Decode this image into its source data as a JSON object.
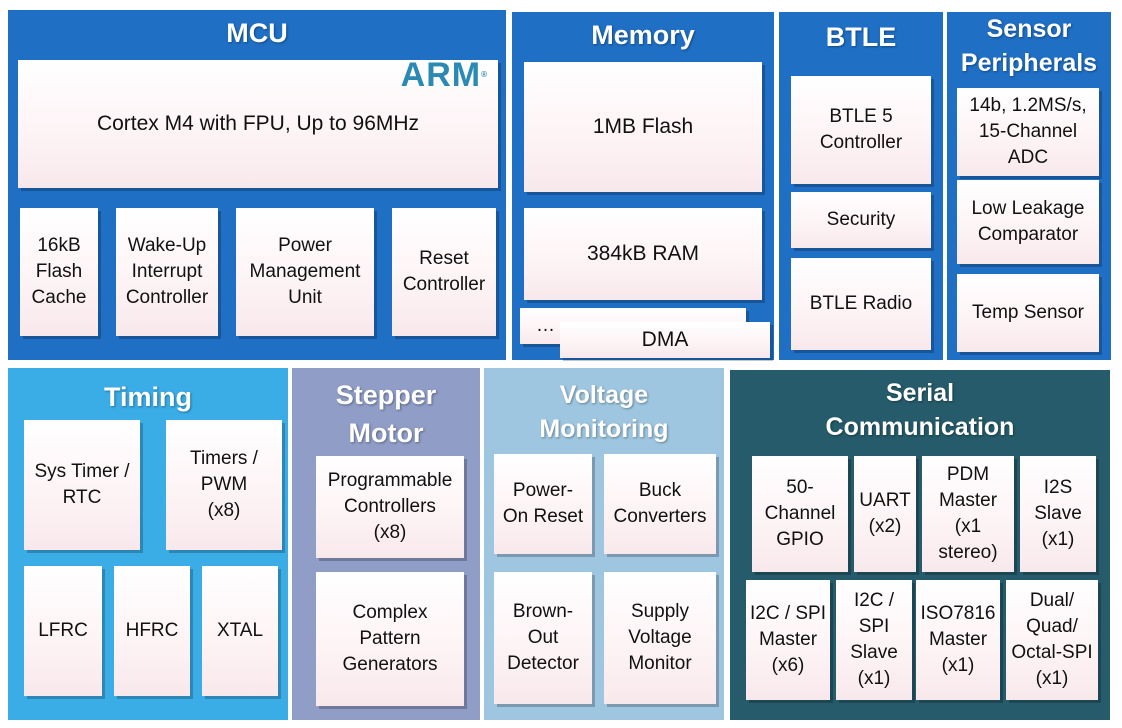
{
  "colors": {
    "mcu": "#1f6fc5",
    "memory": "#1f6fc5",
    "btle": "#1f6fc5",
    "sensor": "#1f6fc5",
    "timing": "#3aace6",
    "stepper": "#8f9dc7",
    "voltage": "#9ec6e0",
    "serial": "#255b6a",
    "arm_logo": "#2a8ab3"
  },
  "mcu": {
    "title": "MCU",
    "arm_logo": "ARM",
    "cortex": "Cortex M4 with FPU, Up to 96MHz",
    "blocks": [
      "16kB\nFlash\nCache",
      "Wake-Up\nInterrupt\nController",
      "Power\nManagement\nUnit",
      "Reset\nController"
    ]
  },
  "memory": {
    "title": "Memory",
    "flash": "1MB Flash",
    "ram": "384kB RAM",
    "stack_ellipsis": "…",
    "dma": "DMA"
  },
  "btle": {
    "title": "BTLE",
    "blocks": [
      "BTLE 5\nController",
      "Security",
      "BTLE Radio"
    ]
  },
  "sensor": {
    "title": "Sensor\nPeripherals",
    "blocks": [
      "14b, 1.2MS/s,\n15-Channel\nADC",
      "Low Leakage\nComparator",
      "Temp Sensor"
    ]
  },
  "timing": {
    "title": "Timing",
    "blocks": [
      "Sys Timer /\nRTC",
      "Timers /\nPWM\n(x8)",
      "LFRC",
      "HFRC",
      "XTAL"
    ]
  },
  "stepper": {
    "title": "Stepper\nMotor",
    "blocks": [
      "Programmable\nControllers\n(x8)",
      "Complex\nPattern\nGenerators"
    ]
  },
  "voltage": {
    "title": "Voltage\nMonitoring",
    "blocks": [
      "Power-\nOn Reset",
      "Buck\nConverters",
      "Brown-\nOut\nDetector",
      "Supply\nVoltage\nMonitor"
    ]
  },
  "serial": {
    "title": "Serial\nCommunication",
    "blocks": [
      "50-\nChannel\nGPIO",
      "UART\n(x2)",
      "PDM\nMaster\n(x1\nstereo)",
      "I2S\nSlave\n(x1)",
      "I2C / SPI\nMaster\n(x6)",
      "I2C /\nSPI\nSlave\n(x1)",
      "ISO7816\nMaster\n(x1)",
      "Dual/\nQuad/\nOctal-SPI\n(x1)"
    ]
  }
}
